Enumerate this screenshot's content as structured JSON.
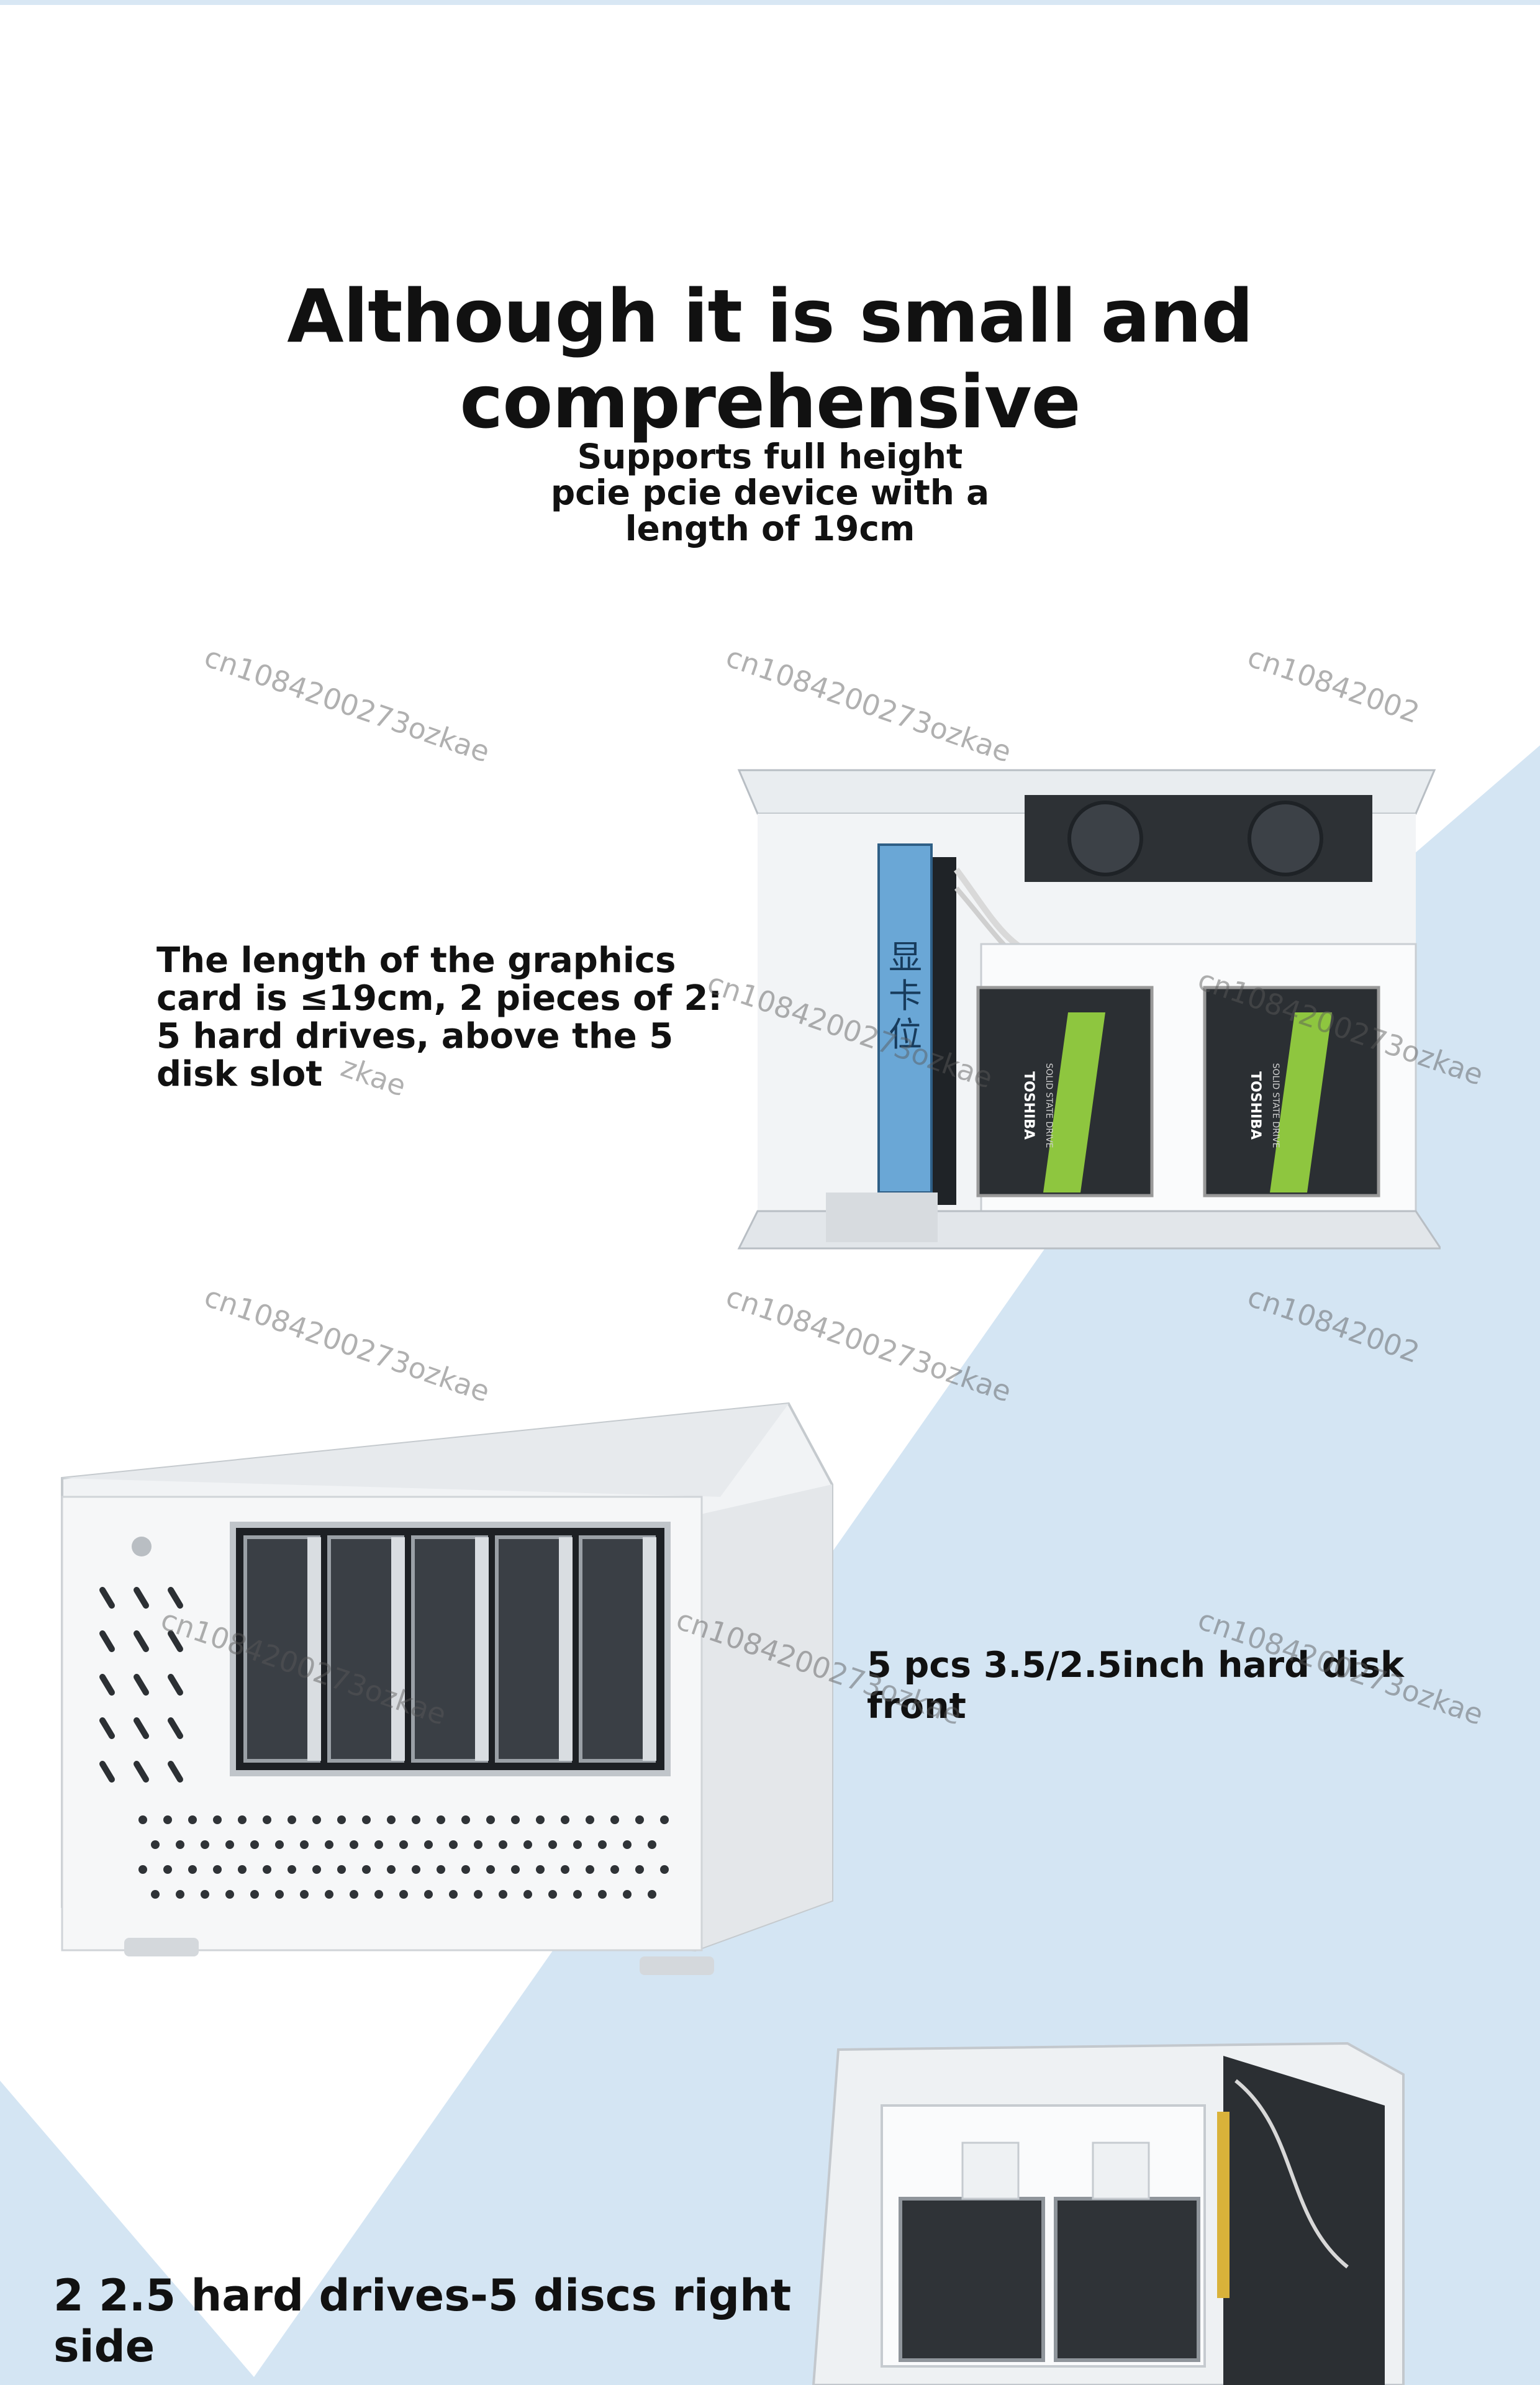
{
  "headline": "Although it is small and comprehensive",
  "captions": {
    "pcie_support": "Supports full height pcie pcie device with a length of 19cm",
    "graphics_card": "The length of the graphics card is ≤19cm, 2 pieces of 2: 5 hard drives, above the 5 disk slot",
    "front_bays": "5 pcs 3.5/2.5inch hard disk front",
    "side_drives": "2 2.5 hard drives-5 discs right side"
  },
  "watermark": "cn1084200273ozkae",
  "watermark_partial": "cn10842002",
  "watermark_tail": "zkae",
  "gpu_slot_label": "显卡位",
  "ssd_brand": "TOSHIBA",
  "ssd_subtitle": "SOLID STATE DRIVE",
  "colors": {
    "accent_blue": "#d4e5f3",
    "ssd_green": "#8ec63f",
    "gpu_blue": "#6aa7d6"
  }
}
